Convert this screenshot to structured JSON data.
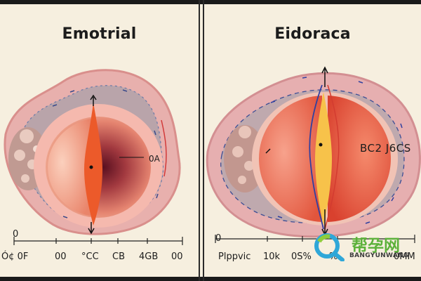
{
  "panels": {
    "left": {
      "title": "Emotrial",
      "callout": "0A",
      "scale_start": "0",
      "scale_labels": [
        "Ó¢ 0F",
        "00",
        "°CC",
        "CB",
        "4GB",
        "00"
      ]
    },
    "right": {
      "title": "Eidoraca",
      "callout": "BC2 J6CS",
      "scale_start": "0",
      "scale_labels": [
        "Plppvic",
        "10k",
        "0S%",
        "%",
        "0MM"
      ]
    }
  },
  "watermark": {
    "chinese": "帮孕网",
    "english": "BANGYUNWANG",
    "icon": "magnifier-logo-icon"
  },
  "colors": {
    "background": "#f6efdf",
    "accent_green": "#5bb13a",
    "outer_tissue": "#e3a2a2",
    "inner_red": "#e8553c"
  }
}
